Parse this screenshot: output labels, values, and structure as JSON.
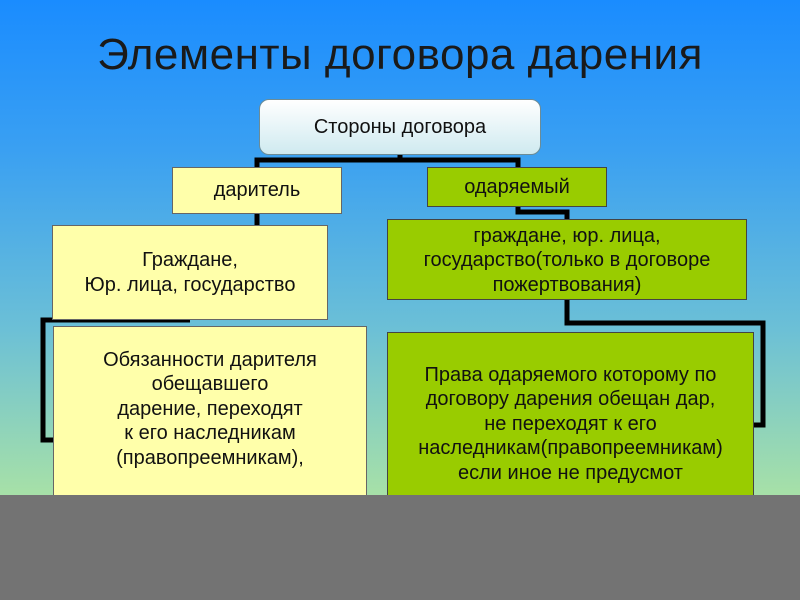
{
  "title": "Элементы договора дарения",
  "diagram": {
    "root": "Стороны договора",
    "donor": {
      "label": "даритель",
      "who": "Граждане,\nЮр. лица, государство",
      "duties": "Обязанности дарителя\nобещавшего\nдарение, переходят\nк его наследникам\n(правопреемникам),"
    },
    "donee": {
      "label": "одаряемый",
      "who": "граждане, юр. лица,\nгосударство(только в договоре\nпожертвования)",
      "rights": "Права одаряемого которому по\nдоговору дарения обещан дар,\nне переходят к его\nнаследникам(правопреемникам)\nесли иное не предусмот"
    }
  },
  "colors": {
    "yellow_box": "#ffffaa",
    "green_box": "#99cc00",
    "connector": "#000000",
    "background_top": "#1a8cff",
    "background_bottom": "#c2eca0"
  }
}
